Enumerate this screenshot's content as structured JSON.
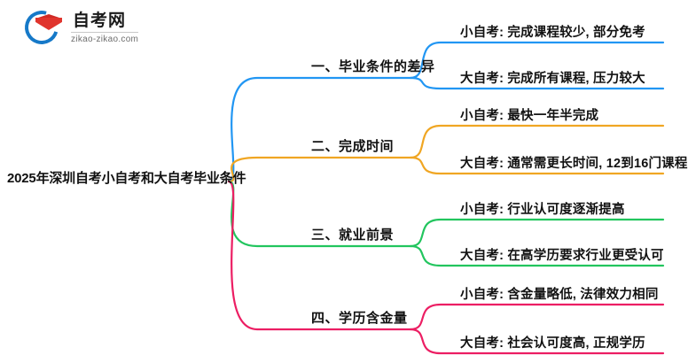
{
  "logo": {
    "name_cn": "自考网",
    "domain": "zikao-zikao.com",
    "ring_color": "#1679c8",
    "cap_color": "#e0342d"
  },
  "mindmap": {
    "root": {
      "label": "2025年深圳自考小自考和大自考毕业条件"
    },
    "branches": [
      {
        "label": "一、毕业条件的差异",
        "color": "#2196F3",
        "leaves": [
          {
            "label": "小自考: 完成课程较少, 部分免考"
          },
          {
            "label": "大自考: 完成所有课程, 压力较大"
          }
        ]
      },
      {
        "label": "二、完成时间",
        "color": "#F0A623",
        "leaves": [
          {
            "label": "小自考: 最快一年半完成"
          },
          {
            "label": "大自考: 通常需更长时间, 12到16门课程"
          }
        ]
      },
      {
        "label": "三、就业前景",
        "color": "#22C55E",
        "leaves": [
          {
            "label": "小自考: 行业认可度逐渐提高"
          },
          {
            "label": "大自考: 在高学历要求行业更受认可"
          }
        ]
      },
      {
        "label": "四、学历含金量",
        "color": "#EC1E63",
        "leaves": [
          {
            "label": "小自考: 含金量略低, 法律效力相同"
          },
          {
            "label": "大自考: 社会认可度高, 正规学历"
          }
        ]
      }
    ]
  }
}
